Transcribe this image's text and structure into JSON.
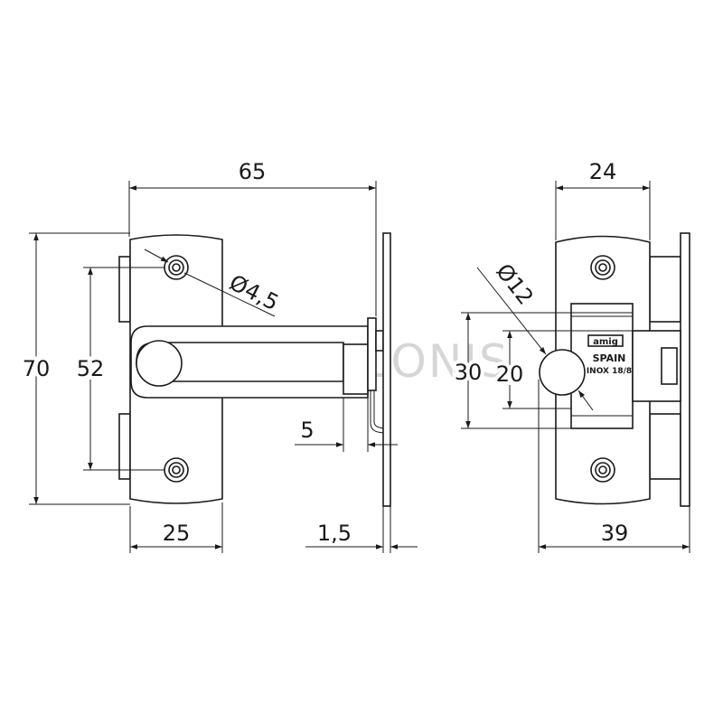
{
  "dimensions": {
    "overall_width": "65",
    "height": "70",
    "hole_spacing": "52",
    "hole_diameter": "Ø4,5",
    "gap": "5",
    "plate_width": "25",
    "plate_thickness": "1,5",
    "keeper_width": "24",
    "knob_diameter": "Ø12",
    "keeper_height": "30",
    "knob_size": "20",
    "overall_depth": "39"
  },
  "markings": {
    "brand": "amig",
    "country": "SPAIN",
    "material": "INOX 18/8"
  },
  "watermark": {
    "text": "ZALONIS"
  }
}
